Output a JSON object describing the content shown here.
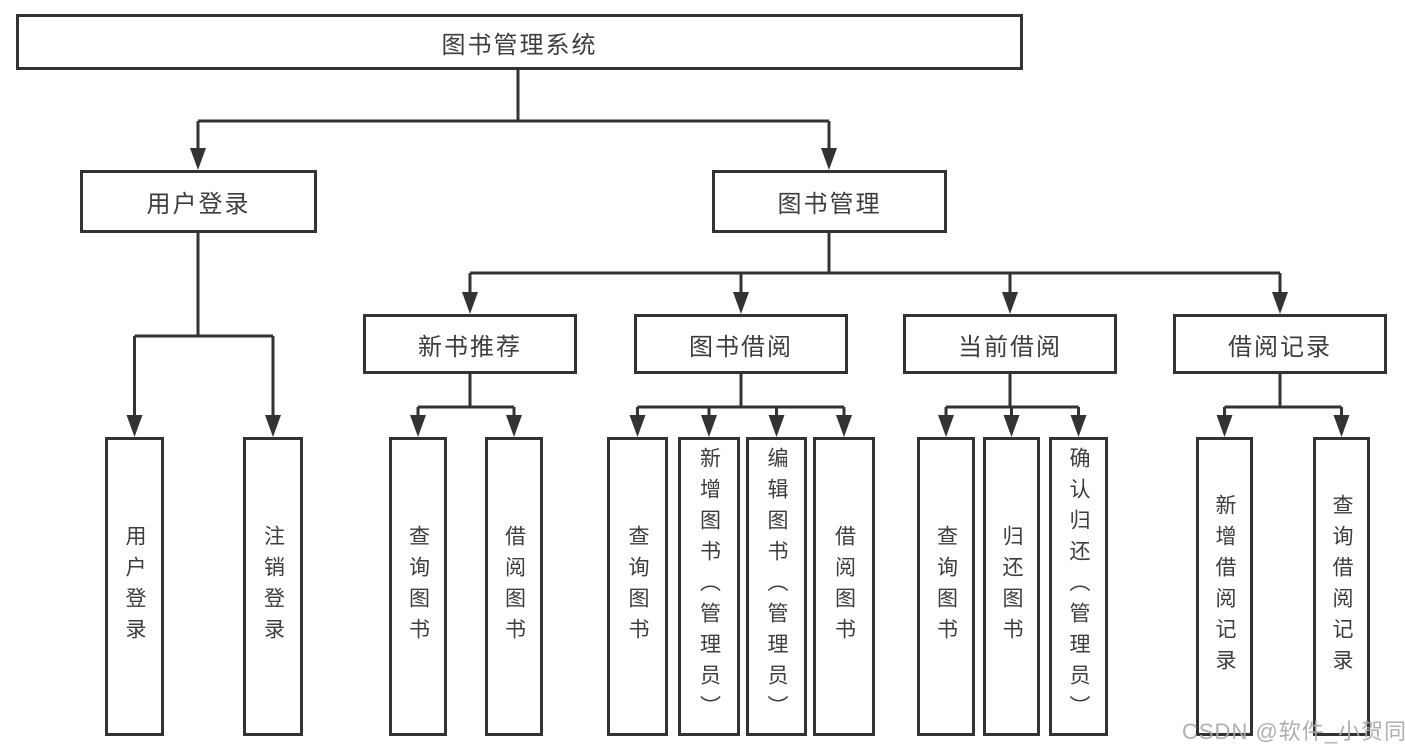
{
  "diagram": {
    "type": "hierarchy-tree",
    "background": "#ffffff",
    "colors": {
      "line": "#333333",
      "box_border": "#333333",
      "text": "#3d3d3d",
      "watermark": "#a8a8a8"
    },
    "watermark": "CSDN @软件_小贺同学"
  },
  "nodes": {
    "root": "图书管理系统",
    "user-login": "用户登录",
    "book-management": "图书管理",
    "new-book-recommend": "新书推荐",
    "book-borrow": "图书借阅",
    "current-borrow": "当前借阅",
    "borrow-records": "借阅记录",
    "leaf-user-login": "用户登录",
    "leaf-logout": "注销登录",
    "nbr-query-books": "查询图书",
    "nbr-borrow-books": "借阅图书",
    "bb-query-books": "查询图书",
    "bb-add-books": "新增图书（管理员）",
    "bb-edit-books": "编辑图书（管理员）",
    "bb-borrow-books": "借阅图书",
    "cb-query-books": "查询图书",
    "cb-return-books": "归还图书",
    "cb-confirm-return": "确认归还（管理员）",
    "br-add-record": "新增借阅记录",
    "br-query-record": "查询借阅记录"
  },
  "hierarchy": {
    "图书管理系统": {
      "用户登录": [
        "用户登录",
        "注销登录"
      ],
      "图书管理": {
        "新书推荐": [
          "查询图书",
          "借阅图书"
        ],
        "图书借阅": [
          "查询图书",
          "新增图书（管理员）",
          "编辑图书（管理员）",
          "借阅图书"
        ],
        "当前借阅": [
          "查询图书",
          "归还图书",
          "确认归还（管理员）"
        ],
        "借阅记录": [
          "新增借阅记录",
          "查询借阅记录"
        ]
      }
    }
  }
}
